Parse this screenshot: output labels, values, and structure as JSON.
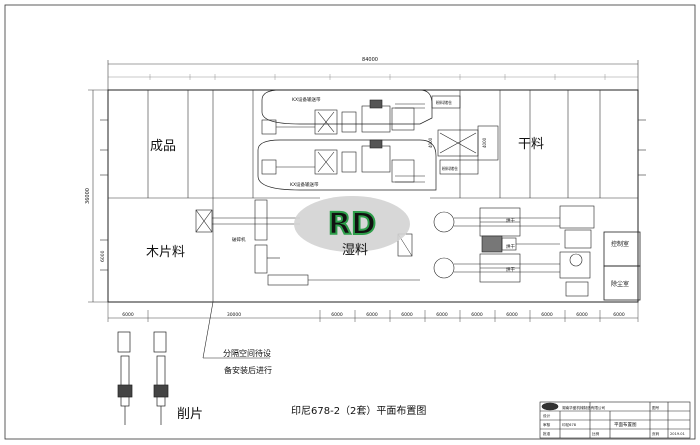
{
  "drawing": {
    "title": "印尼678-2（2套）平面布置图",
    "overall_width_dim": "84000",
    "overall_height_dim": "36000",
    "logo_text": "RD",
    "zones": {
      "finished": "成品",
      "dry": "干料",
      "wood_chips": "木片料",
      "wet": "湿料",
      "chipping": "削片"
    },
    "notes": {
      "kx_line_top": "KX设备输送带",
      "kx_line_bottom": "KX设备输送带",
      "separator_top": "粉料储仓",
      "separator_bottom": "粉料储仓",
      "crusher_label": "破碎机",
      "furnace_top": "烘干",
      "furnace_mid": "烘干",
      "furnace_bottom": "烘干",
      "control_room": "控制室",
      "dust_room": "除尘室",
      "dryer_a": "4000",
      "dryer_b": "4000"
    },
    "annotation": {
      "line1": "分隔空间待设",
      "line2": "备安装后进行"
    },
    "bottom_dims": [
      "6000",
      "30000",
      "6000",
      "6000",
      "6000",
      "6000",
      "6000",
      "6000",
      "6000",
      "6000",
      "6000"
    ],
    "left_dim": "6000",
    "title_block": {
      "company": "湖南华盛机械制造有限公司",
      "drawing_name": "平面布置图",
      "scale_label": "比例",
      "sheet_label": "图号",
      "page_label": "页码",
      "row1": "设计",
      "row2": "审核",
      "row3": "批准",
      "project": "印尼678",
      "date": "2019.01"
    }
  }
}
